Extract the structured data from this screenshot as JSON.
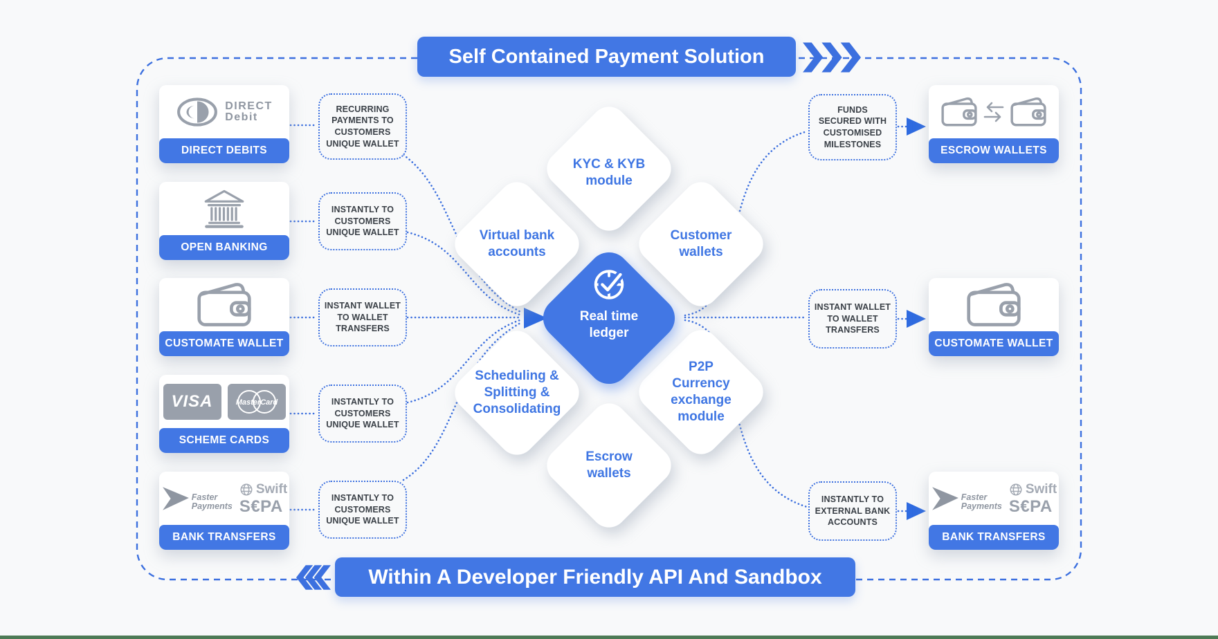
{
  "page": {
    "bottom_rule_color": "#4D7A55",
    "background": "#F8F9FA"
  },
  "colors": {
    "accent_blue": "#4277E4",
    "dashed_blue": "#3C70DF",
    "diamond_text_blue": "#3F76E3",
    "logo_gray": "#99A0AB",
    "note_text": "#3A4047"
  },
  "top_banner": {
    "label": "Self Contained Payment Solution"
  },
  "bottom_banner": {
    "label": "Within A Developer Friendly API And Sandbox"
  },
  "left_cards": [
    {
      "label": "DIRECT DEBITS",
      "logo_text_top": "DIRECT",
      "logo_text_bottom": "Debit"
    },
    {
      "label": "OPEN BANKING"
    },
    {
      "label": "CUSTOMATE WALLET"
    },
    {
      "label": "SCHEME CARDS",
      "visa": "VISA",
      "mastercard": "MasterCard"
    },
    {
      "label": "BANK TRANSFERS",
      "faster_payments": "Faster\nPayments",
      "swift": "Swift",
      "sepa": "S€PA"
    }
  ],
  "left_notes": [
    "RECURRING\nPAYMENTS TO\nCUSTOMERS\nUNIQUE WALLET",
    "INSTANTLY TO\nCUSTOMERS\nUNIQUE WALLET",
    "INSTANT WALLET\nTO WALLET\nTRANSFERS",
    "INSTANTLY TO\nCUSTOMERS\nUNIQUE WALLET",
    "INSTANTLY TO\nCUSTOMERS\nUNIQUE WALLET"
  ],
  "modules": {
    "top": "KYC & KYB\nmodule",
    "left": "Virtual bank\naccounts",
    "right": "Customer\nwallets",
    "bottom_left": "Scheduling &\nSplitting &\nConsolidating",
    "bottom_right": "P2P\nCurrency\nexchange\nmodule",
    "bottom": "Escrow\nwallets",
    "core": "Real time\nledger"
  },
  "right_notes": [
    "FUNDS\nSECURED WITH\nCUSTOMISED\nMILESTONES",
    "INSTANT WALLET\nTO WALLET\nTRANSFERS",
    "INSTANTLY TO\nEXTERNAL BANK\nACCOUNTS"
  ],
  "right_cards": [
    {
      "label": "ESCROW WALLETS"
    },
    {
      "label": "CUSTOMATE WALLET"
    },
    {
      "label": "BANK TRANSFERS",
      "faster_payments": "Faster\nPayments",
      "swift": "Swift",
      "sepa": "S€PA"
    }
  ]
}
